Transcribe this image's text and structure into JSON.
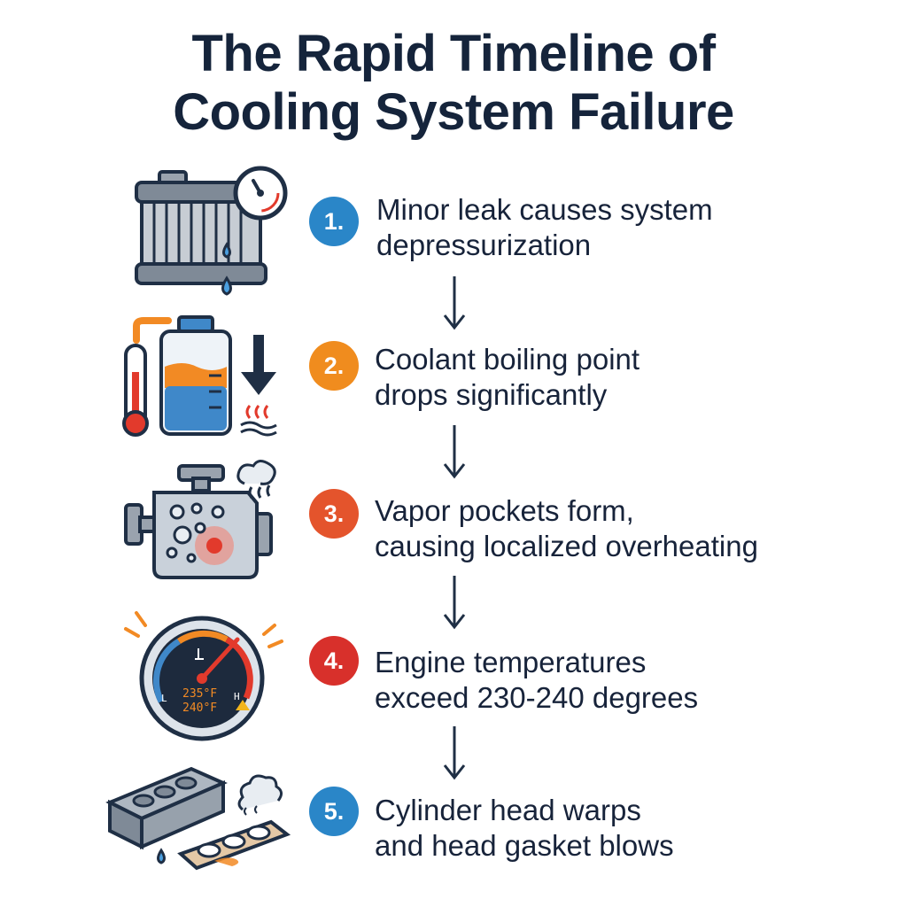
{
  "title": {
    "line1": "The Rapid Timeline of",
    "line2": "Cooling System Failure"
  },
  "steps": [
    {
      "number": "1.",
      "line1": "Minor leak causes system",
      "line2": "depressurization",
      "badge_color": "#2a86c8",
      "icon": "radiator-leak-icon"
    },
    {
      "number": "2.",
      "line1": "Coolant boiling point",
      "line2": "drops significantly",
      "badge_color": "#f08c1e",
      "icon": "coolant-reservoir-thermometer-icon"
    },
    {
      "number": "3.",
      "line1": "Vapor pockets form,",
      "line2": "causing localized overheating",
      "badge_color": "#e4542c",
      "icon": "engine-block-hotspot-icon"
    },
    {
      "number": "4.",
      "line1": "Engine temperatures",
      "line2": "exceed 230-240 degrees",
      "badge_color": "#d8302b",
      "icon": "temperature-gauge-icon"
    },
    {
      "number": "5.",
      "line1": "Cylinder head warps",
      "line2": "and head gasket blows",
      "badge_color": "#2a86c8",
      "icon": "cylinder-head-gasket-icon"
    }
  ],
  "gauge": {
    "reading1": "235°F",
    "reading2": "240°F",
    "low_label": "L",
    "high_label": "H"
  },
  "colors": {
    "text": "#17233a",
    "outline": "#1f2f45",
    "coolant_blue": "#3f88c9",
    "coolant_orange": "#f28a24",
    "alert_red": "#e23a2c"
  }
}
